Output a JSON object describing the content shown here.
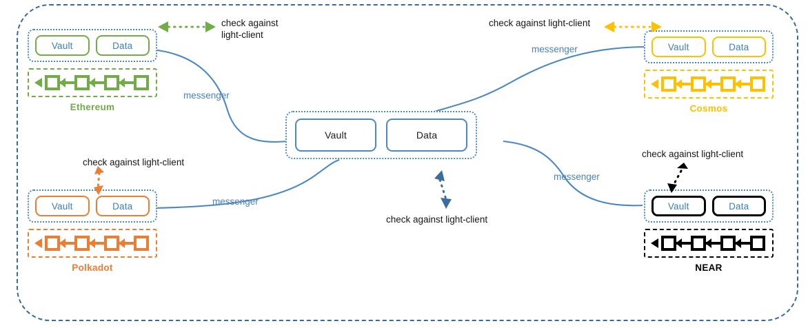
{
  "diagram": {
    "title": "Cross-chain vault / data messenger topology",
    "boundary": {
      "name": "outer-network-boundary",
      "style": "dashed",
      "color": "#39699c"
    },
    "colors": {
      "ethereum": "#70ad47",
      "cosmos": "#ffc000",
      "polkadot": "#ed7d31",
      "near": "#000000",
      "hub": "#4a87c6",
      "messenger_text": "#4a7fc1",
      "boundary": "#39699c",
      "label_text": "#161616",
      "node_text": "#3b7ec0"
    },
    "node_labels": {
      "vault": "Vault",
      "data": "Data"
    },
    "chains": [
      {
        "id": "ethereum",
        "name": "Ethereum",
        "color": "#70ad47",
        "vault_label": "Vault",
        "data_label": "Data",
        "blocks": 4
      },
      {
        "id": "cosmos",
        "name": "Cosmos",
        "color": "#ffc000",
        "vault_label": "Vault",
        "data_label": "Data",
        "blocks": 4
      },
      {
        "id": "polkadot",
        "name": "Polkadot",
        "color": "#ed7d31",
        "vault_label": "Vault",
        "data_label": "Data",
        "blocks": 4
      },
      {
        "id": "near",
        "name": "NEAR",
        "color": "#000000",
        "vault_label": "Vault",
        "data_label": "Data",
        "blocks": 4
      }
    ],
    "hub": {
      "id": "hub",
      "vault_label": "Vault",
      "data_label": "Data",
      "color": "#4a87c6"
    },
    "messenger_labels": [
      {
        "id": "messenger-ethereum",
        "text": "messenger"
      },
      {
        "id": "messenger-cosmos",
        "text": "messenger"
      },
      {
        "id": "messenger-polkadot",
        "text": "messenger"
      },
      {
        "id": "messenger-near",
        "text": "messenger"
      }
    ],
    "light_client_labels": [
      {
        "id": "lc-ethereum",
        "text": "check against\nlight-client",
        "color": "#70ad47"
      },
      {
        "id": "lc-cosmos",
        "text": "check against light-client",
        "color": "#ffc000"
      },
      {
        "id": "lc-polkadot",
        "text": "check against light-client",
        "color": "#ed7d31"
      },
      {
        "id": "lc-near",
        "text": "check against light-client",
        "color": "#000000"
      },
      {
        "id": "lc-hub",
        "text": "check against light-client",
        "color": "#4a7fc1"
      }
    ]
  }
}
